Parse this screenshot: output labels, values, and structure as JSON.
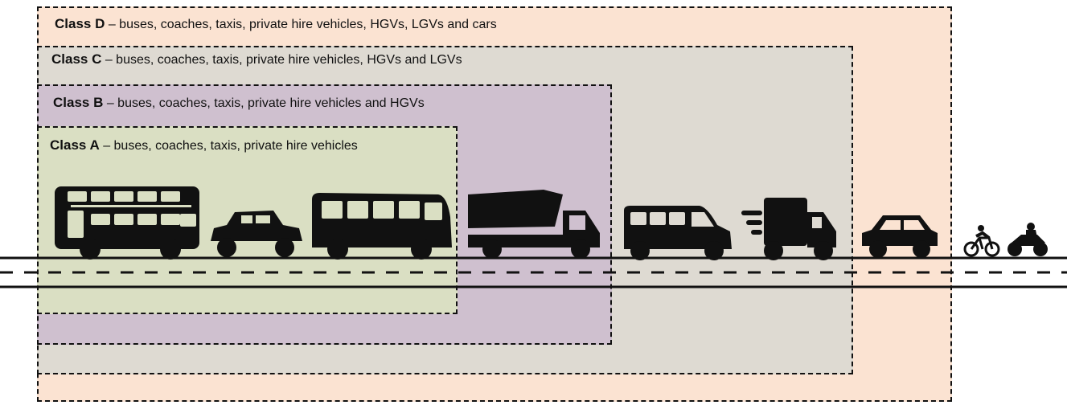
{
  "classes": [
    {
      "id": "D",
      "name": "Class D",
      "desc": "– buses, coaches, taxis, private hire vehicles, HGVs, LGVs and cars"
    },
    {
      "id": "C",
      "name": "Class C",
      "desc": "– buses, coaches, taxis, private hire vehicles, HGVs and LGVs"
    },
    {
      "id": "B",
      "name": "Class B",
      "desc": "– buses, coaches, taxis, private hire vehicles and HGVs"
    },
    {
      "id": "A",
      "name": "Class A",
      "desc": "– buses, coaches, taxis, private hire vehicles"
    }
  ],
  "colors": {
    "class_d": "#fbe3d2",
    "class_c": "#dedad2",
    "class_b": "#cfc0cf",
    "class_a": "#dadfc3",
    "icon": "#111111"
  },
  "vehicles": [
    "double-decker-bus-icon",
    "taxi-icon",
    "coach-icon",
    "hgv-truck-icon",
    "minibus-icon",
    "lgv-van-icon",
    "car-icon",
    "bicycle-icon",
    "motorcycle-icon"
  ]
}
